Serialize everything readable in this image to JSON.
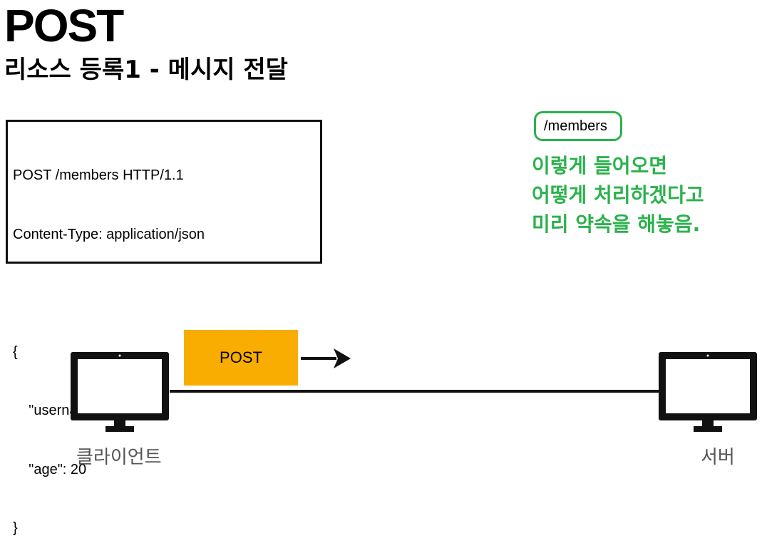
{
  "header": {
    "title": "POST",
    "subtitle": "리소스 등록1 - 메시지 전달"
  },
  "request": {
    "lines": [
      "POST /members HTTP/1.1",
      "Content-Type: application/json",
      "",
      "{",
      "    \"username\": \"young\",",
      "    \"age\": 20",
      "}"
    ]
  },
  "annotation": {
    "path": "/members",
    "note_lines": [
      "이렇게 들어오면",
      "어떻게 처리하겠다고",
      "미리 약속을 해놓음."
    ],
    "color": "#2bb24c"
  },
  "flow": {
    "method_label": "POST",
    "method_color": "#f9ad00",
    "client_label": "클라이언트",
    "server_label": "서버"
  }
}
